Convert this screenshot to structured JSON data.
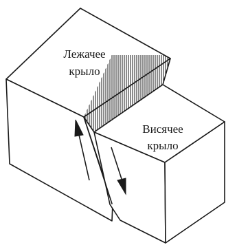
{
  "labels": {
    "footwall_line1": "Лежачее",
    "footwall_line2": "крыло",
    "hangingwall_line1": "Висячее",
    "hangingwall_line2": "крыло"
  }
}
